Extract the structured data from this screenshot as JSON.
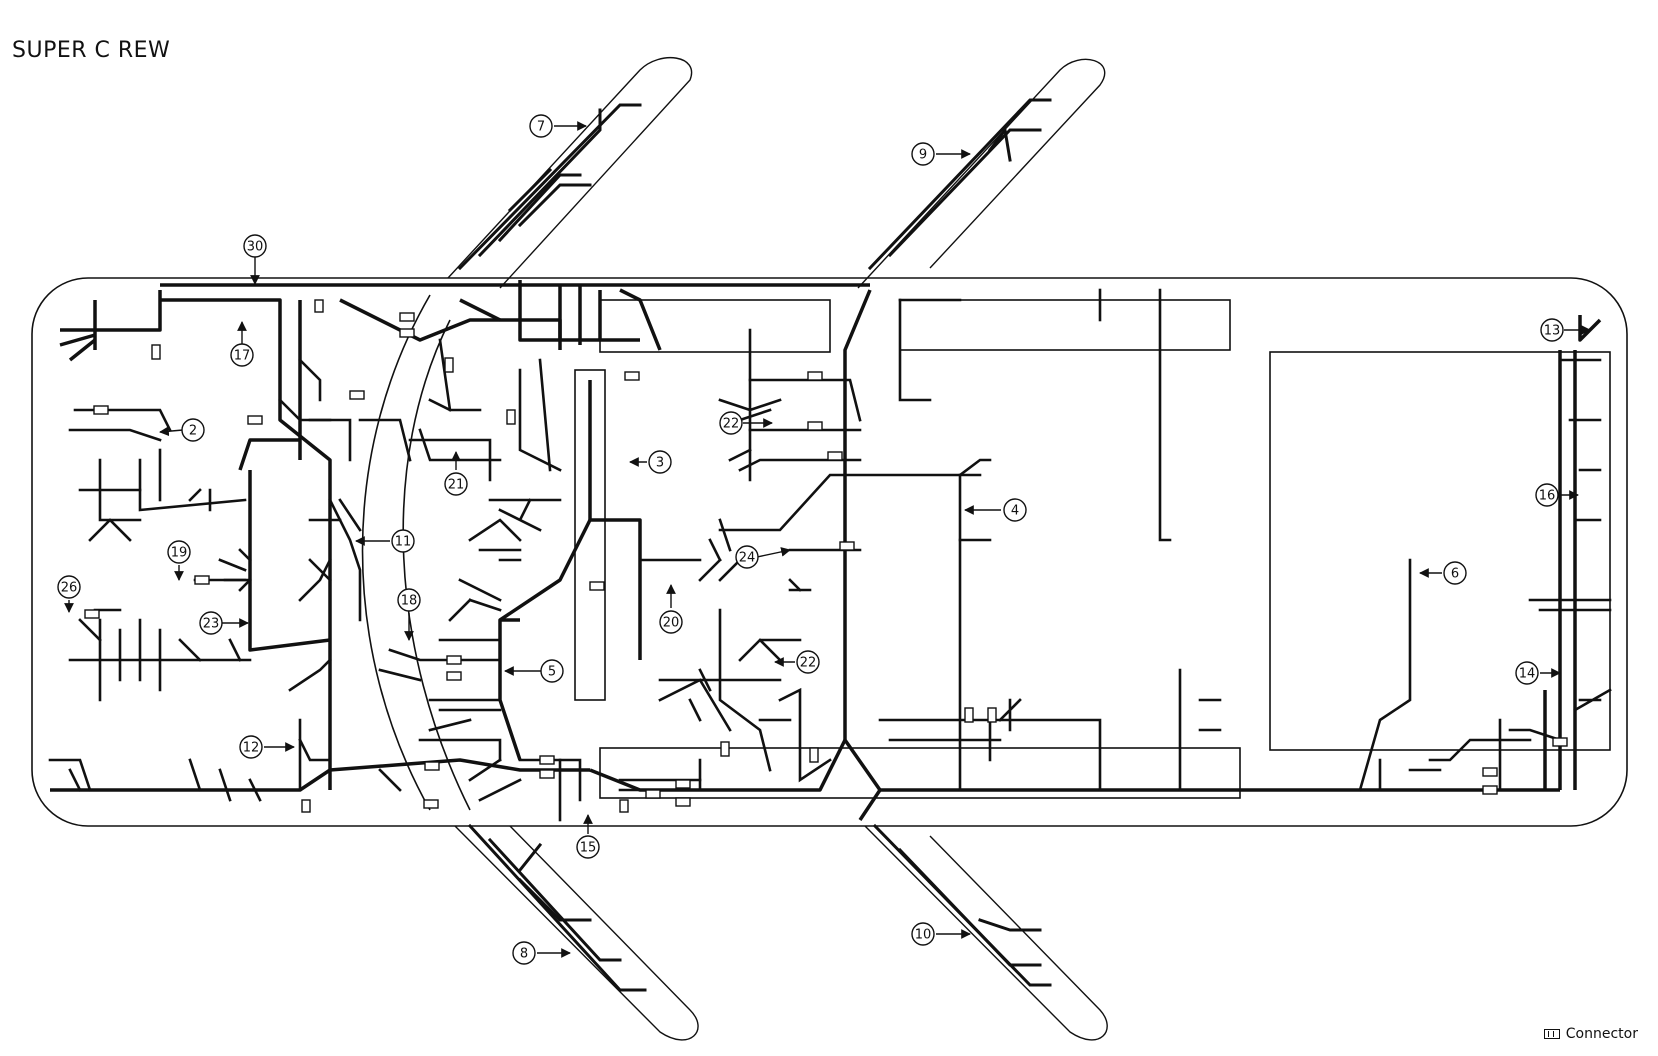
{
  "title": "SUPER C REW",
  "legend": {
    "label": "Connector",
    "icon": "connector-icon"
  },
  "callouts": [
    "30",
    "17",
    "2",
    "19",
    "26",
    "23",
    "11",
    "18",
    "21",
    "3",
    "22",
    "24",
    "20",
    "5",
    "12",
    "15",
    "4",
    "6",
    "13",
    "16",
    "14",
    "7",
    "9",
    "8",
    "10"
  ],
  "colors": {
    "ink": "#111111",
    "background": "#ffffff"
  }
}
